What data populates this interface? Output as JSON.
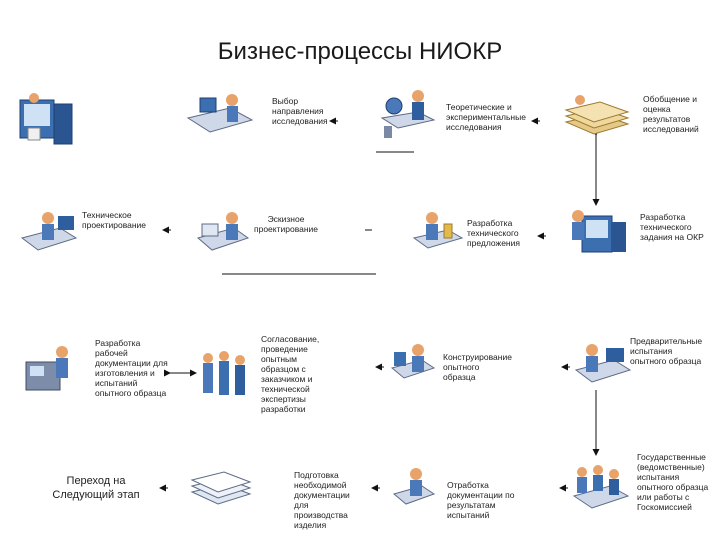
{
  "title": "Бизнес-процессы НИОКР",
  "steps": {
    "choice": "Выбор направления исследования",
    "theory": "Теоретические и экспериментальные исследования",
    "summary": "Обобщение и оценка результатов исследований",
    "tor": "Разработка технического задания на ОКР",
    "techproposal": "Разработка технического предложения",
    "draft": "Эскизное проектирование",
    "techdesign": "Техническое проектирование",
    "workdocs": "Разработка рабочей документации для изготовления и испытаний опытного образца",
    "manufacture": "Согласование, проведение опытным образцом с заказчиком и технической экспертизы разработки",
    "construct": "Конструирование опытного образца",
    "pretest": "Предварительные испытания опытного образца",
    "statetest": "Государственные (ведомственные) испытания опытного образца или работы с Госкомиссией",
    "refine": "Отработка документации по результатам испытаний",
    "proddocs": "Подготовка необходимой документации для производства изделия"
  },
  "final": "Переход на Следующий этап"
}
